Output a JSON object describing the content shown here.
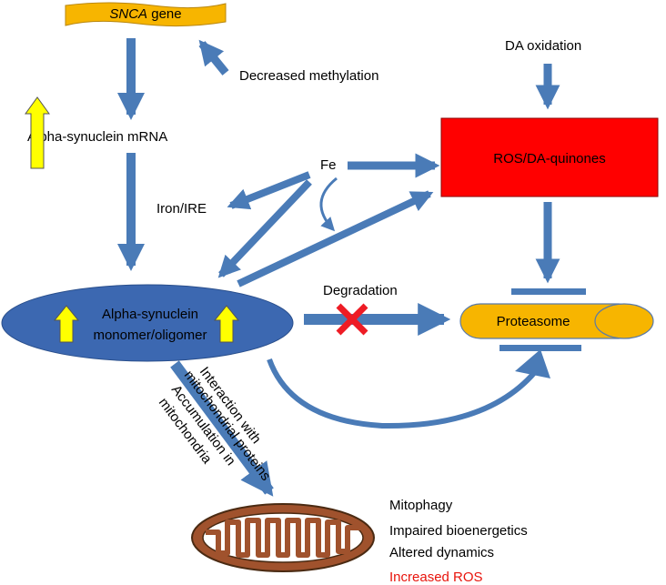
{
  "gene": {
    "symbol": "SNCA",
    "suffix": " gene"
  },
  "labels": {
    "decreased_methylation": "Decreased methylation",
    "da_oxidation": "DA oxidation",
    "alpha_syn_mrna": "Alpha-synuclein mRNA",
    "fe": "Fe",
    "iron_ire": "Iron/IRE",
    "ros_da_quinones": "ROS/DA-quinones",
    "degradation": "Degradation",
    "alpha_syn_line1": "Alpha-synuclein",
    "alpha_syn_line2": "monomer/oligomer",
    "proteasome": "Proteasome",
    "interaction_line1": "Interaction with",
    "interaction_line2": "mitochondrial proteins",
    "accumulation_line1": "Accumulation in",
    "accumulation_line2": "mitochondria"
  },
  "outcomes": [
    {
      "text": "Mitophagy",
      "color": "#000000"
    },
    {
      "text": "Impaired bioenergetics",
      "color": "#000000"
    },
    {
      "text": "Altered dynamics",
      "color": "#000000"
    },
    {
      "text": "Increased ROS",
      "color": "#e8140c"
    }
  ],
  "colors": {
    "arrow_blue": "#4a7bb7",
    "ellipse_blue": "#3c68b1",
    "ros_red": "#ff0000",
    "proteasome_yellow": "#f7b500",
    "gene_yellow": "#f7b500",
    "up_arrow_yellow": "#ffff00",
    "block_x_red": "#ee1c25",
    "mito_brown": "#a0522d",
    "outcome_red": "#e8140c"
  }
}
